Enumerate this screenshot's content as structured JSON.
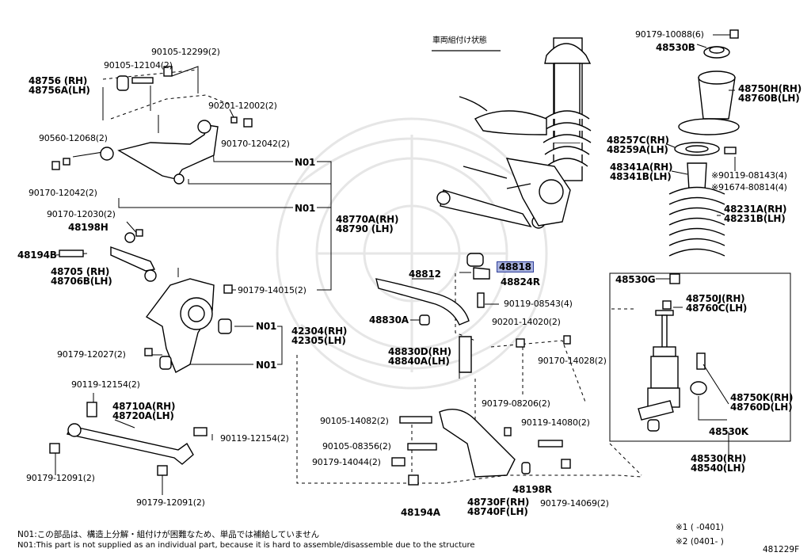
{
  "header_jp": "車両組付け状態",
  "labels": {
    "p90105_12299": "90105-12299(2)",
    "p90105_12104": "90105-12104(2)",
    "p48756": [
      "48756 (RH)",
      "48756A(LH)"
    ],
    "p90201_12002": "90201-12002(2)",
    "p90170_12042a": "90170-12042(2)",
    "p90560_12068": "90560-12068(2)",
    "p90170_12042b": "90170-12042(2)",
    "p90170_12030": "90170-12030(2)",
    "p48198H": "48198H",
    "p48194B": "48194B",
    "p48705": [
      "48705 (RH)",
      "48706B(LH)"
    ],
    "p90179_14015": "90179-14015(2)",
    "p48770A": [
      "48770A(RH)",
      "48790 (LH)"
    ],
    "p42304": [
      "42304(RH)",
      "42305(LH)"
    ],
    "p90179_12027": "90179-12027(2)",
    "p90119_12154a": "90119-12154(2)",
    "p48710A": [
      "48710A(RH)",
      "48720A(LH)"
    ],
    "p90119_12154b": "90119-12154(2)",
    "p90179_12091a": "90179-12091(2)",
    "p90179_12091b": "90179-12091(2)",
    "p48812": "48812",
    "p48818": "48818",
    "p48824R": "48824R",
    "p90119_08543": "90119-08543(4)",
    "p48830A": "48830A",
    "p90201_14020": "90201-14020(2)",
    "p48830D": [
      "48830D(RH)",
      "48840A(LH)"
    ],
    "p90170_14028": "90170-14028(2)",
    "p90179_08206": "90179-08206(2)",
    "p90105_14082": "90105-14082(2)",
    "p90119_14080": "90119-14080(2)",
    "p90105_08356": "90105-08356(2)",
    "p90179_14044": "90179-14044(2)",
    "p48198R": "48198R",
    "p48194A": "48194A",
    "p48730F": [
      "48730F(RH)",
      "48740F(LH)"
    ],
    "p90179_14069": "90179-14069(2)",
    "p90179_10088": "90179-10088(6)",
    "p48530B": "48530B",
    "p48750H": [
      "48750H(RH)",
      "48760B(LH)"
    ],
    "p48257C": [
      "48257C(RH)",
      "48259A(LH)"
    ],
    "p48341A": [
      "48341A(RH)",
      "48341B(LH)"
    ],
    "p90119_08143": "※90119-08143(4)",
    "p91674_80814": "※91674-80814(4)",
    "p48231A": [
      "48231A(RH)",
      "48231B(LH)"
    ],
    "p48530G": "48530G",
    "p48750J": [
      "48750J(RH)",
      "48760C(LH)"
    ],
    "p48750K": [
      "48750K(RH)",
      "48760D(LH)"
    ],
    "p48530K": "48530K",
    "p48530": [
      "48530(RH)",
      "48540(LH)"
    ],
    "n01": "N01"
  },
  "footer": {
    "note_jp": "N01:この部品は、構造上分解・組付けが困難なため、単品では補給していません",
    "note_en": "N01:This part is not supplied as an individual part, because it is hard to assemble/disassemble due to the structure",
    "legend1": "※1 (   -0401)",
    "legend2": "※2 (0401-   )",
    "diagram_id": "481229F"
  },
  "colors": {
    "highlight_fill": "#a9b3df",
    "highlight_border": "#2f3f9a",
    "watermark": "#e6e6e6"
  }
}
